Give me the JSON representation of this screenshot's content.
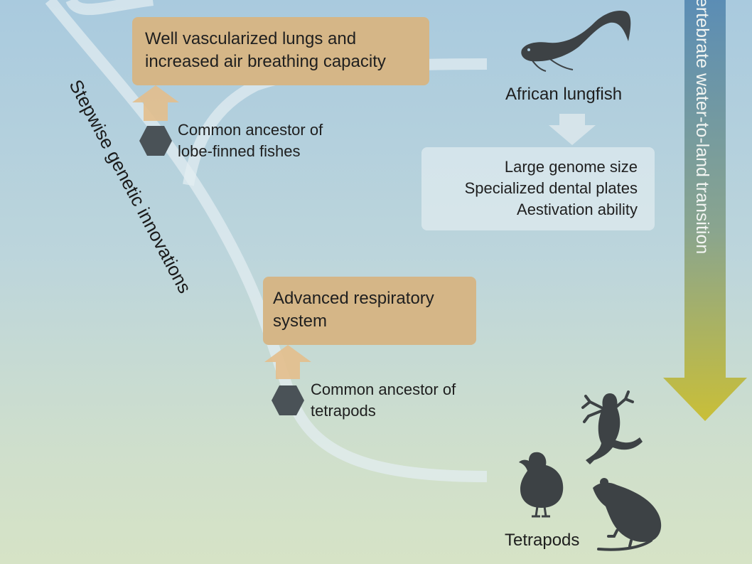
{
  "boxes": {
    "lungs": [
      "Well vascularized lungs and",
      "increased air breathing capacity"
    ],
    "respiratory": [
      "Advanced respiratory",
      "system"
    ],
    "lungfish_traits": [
      "Large genome size",
      "Specialized dental plates",
      "Aestivation ability"
    ]
  },
  "nodes": {
    "lobe_finned": [
      "Common ancestor of",
      "lobe-finned fishes"
    ],
    "tetrapods": [
      "Common ancestor of",
      "tetrapods"
    ]
  },
  "taxa": {
    "lungfish": "African lungfish",
    "tetrapods": "Tetrapods"
  },
  "side_labels": {
    "innovations": "Stepwise genetic innovations",
    "transition": "ertebrate water-to-land transition"
  },
  "colors": {
    "orange_box": "#d5b687",
    "arrow_orange": "#e3be8c",
    "node_hex": "#4a5257",
    "silhouette": "#3d4245",
    "transition_arrow_top": "#5b8db5",
    "transition_arrow_bottom": "#c9bf38"
  },
  "icons": [
    "hexagon-node-icon",
    "up-arrow-icon",
    "down-arrow-icon",
    "lungfish-silhouette-icon",
    "frog-silhouette-icon",
    "chick-silhouette-icon",
    "mouse-silhouette-icon"
  ]
}
